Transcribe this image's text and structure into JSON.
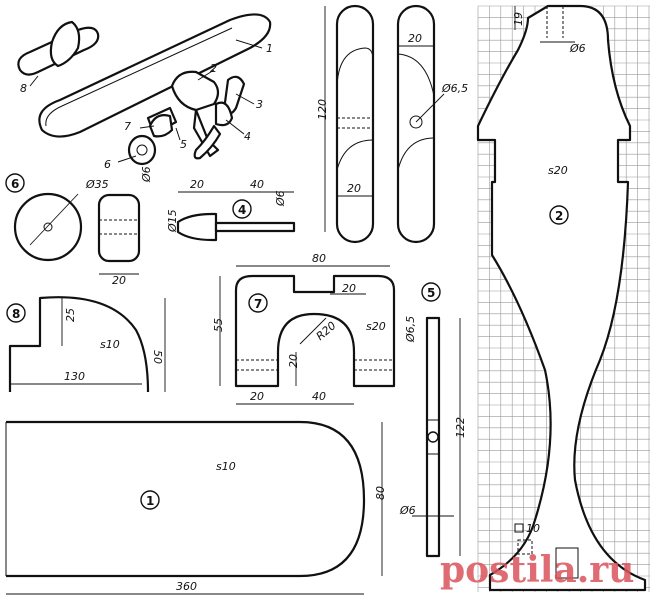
{
  "watermark": "postila.ru",
  "assembly": {
    "callouts": [
      "1",
      "2",
      "3",
      "4",
      "5",
      "6",
      "7",
      "8"
    ]
  },
  "parts": {
    "p1": {
      "number": "1",
      "thickness": "s10",
      "width": "80",
      "length": "360"
    },
    "p2": {
      "number": "2",
      "thickness": "s20",
      "top_offset": "19",
      "hole": "Ø6",
      "square": "10"
    },
    "p3": {
      "number": "3",
      "length": "120",
      "width_top": "20",
      "width_bottom": "20",
      "hole": "Ø6,5"
    },
    "p4": {
      "number": "4",
      "len_head": "20",
      "len_shaft": "40",
      "shaft_d": "Ø6",
      "head_d": "Ø15"
    },
    "p5": {
      "number": "5",
      "length": "122",
      "hole_top": "Ø6,5",
      "hole_bottom": "Ø6"
    },
    "p6": {
      "number": "6",
      "diameter": "Ø35",
      "hole": "Ø6",
      "width": "20"
    },
    "p7": {
      "number": "7",
      "thickness": "s20",
      "width": "80",
      "notch": "20",
      "height": "55",
      "radius": "R20",
      "leg_h": "20",
      "base_left": "20",
      "base_gap": "40"
    },
    "p8": {
      "number": "8",
      "height": "50",
      "cut": "25",
      "thickness": "s10",
      "length": "130"
    }
  }
}
